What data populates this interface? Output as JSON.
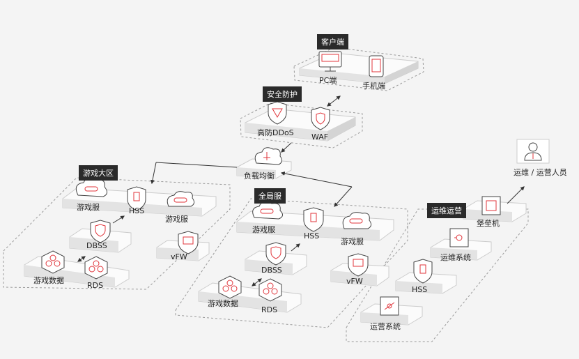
{
  "groups": {
    "client": "客户端",
    "security": "安全防护",
    "lobby": "游戏大区",
    "global": "全局服",
    "ops": "运维运营"
  },
  "nodes": {
    "pc": "PC端",
    "mobile": "手机端",
    "ddos": "高防DDoS",
    "waf": "WAF",
    "lb": "负载均衡",
    "lobby_game1": "游戏服",
    "lobby_hss": "HSS",
    "lobby_game2": "游戏服",
    "lobby_dbss": "DBSS",
    "lobby_vfw": "vFW",
    "lobby_gamedata": "游戏数据",
    "lobby_rds": "RDS",
    "global_game1": "游戏服",
    "global_hss": "HSS",
    "global_game2": "游戏服",
    "global_dbss": "DBSS",
    "global_vfw": "vFW",
    "global_gamedata": "游戏数据",
    "global_rds": "RDS",
    "ops_staff": "运维 / 运营人员",
    "bastion": "堡垒机",
    "ops_system": "运维系统",
    "ops_hss": "HSS",
    "operation_system": "运营系统"
  },
  "colors": {
    "accent": "#e0353b",
    "platform_top": "#fbfbfb",
    "platform_side": "#dcdcdc",
    "region_border": "#9a9a9a",
    "tag_bg": "#2a2a2a"
  }
}
